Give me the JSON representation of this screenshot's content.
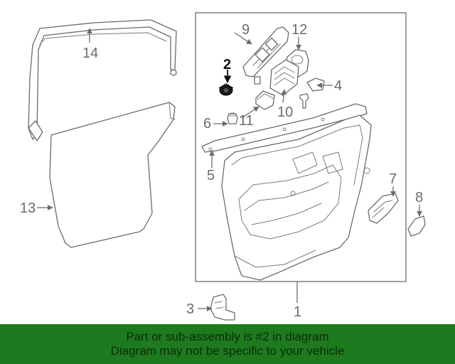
{
  "callouts": [
    {
      "id": "1",
      "text": "1"
    },
    {
      "id": "2",
      "text": "2",
      "highlight": true
    },
    {
      "id": "3",
      "text": "3"
    },
    {
      "id": "4",
      "text": "4"
    },
    {
      "id": "5",
      "text": "5"
    },
    {
      "id": "6",
      "text": "6"
    },
    {
      "id": "7",
      "text": "7"
    },
    {
      "id": "8",
      "text": "8"
    },
    {
      "id": "9",
      "text": "9"
    },
    {
      "id": "10",
      "text": "10"
    },
    {
      "id": "11",
      "text": "11"
    },
    {
      "id": "12",
      "text": "12"
    },
    {
      "id": "13",
      "text": "13"
    },
    {
      "id": "14",
      "text": "14"
    }
  ],
  "banner": {
    "line1": "Part or sub-assembly is #2 in diagram",
    "line2": "Diagram may not be specific to your vehicle",
    "color": "#1e7a1e"
  },
  "colors": {
    "line": "#6b6b6b",
    "highlight": "#111111"
  }
}
